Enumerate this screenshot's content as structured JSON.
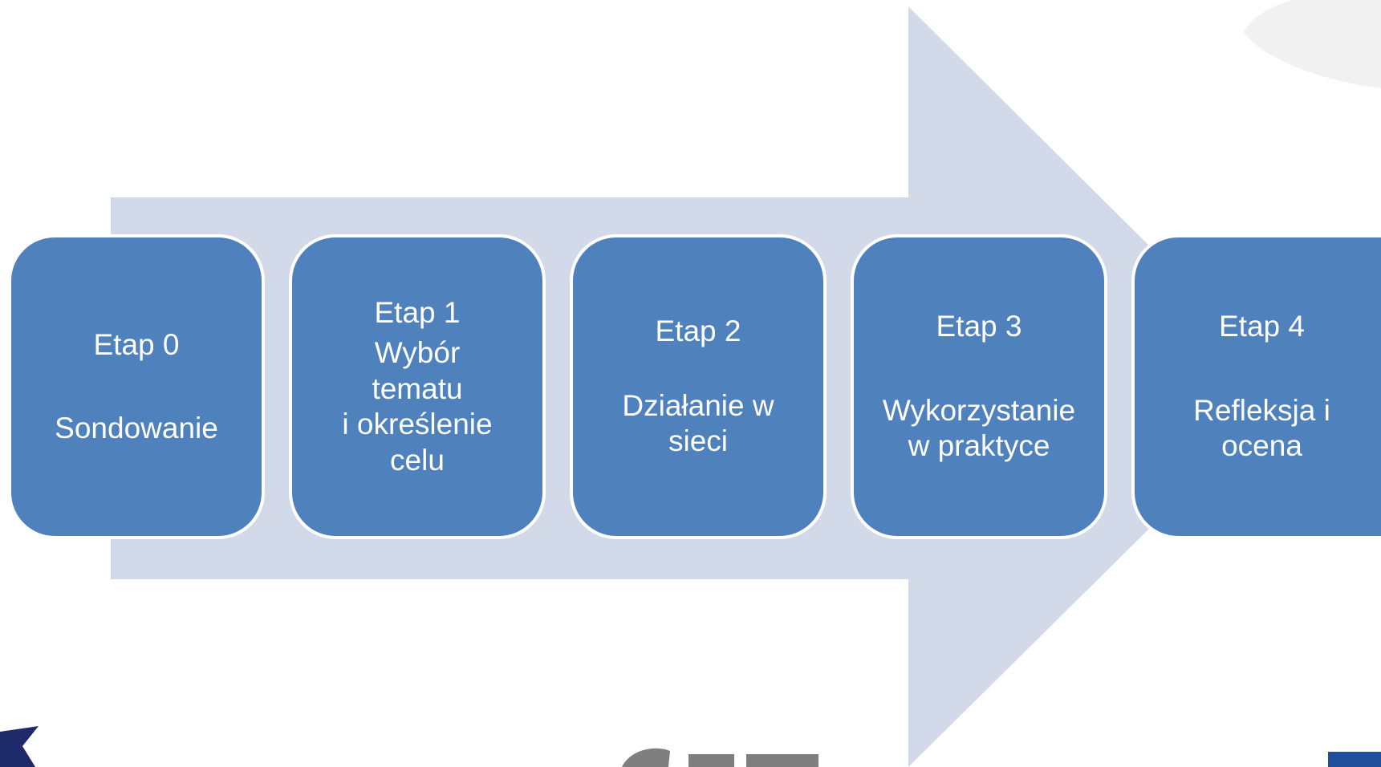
{
  "colors": {
    "arrow": "#d2d9e9",
    "box": "#4f81bd",
    "box_border": "#ffffff",
    "text": "#ffffff",
    "corner_shape": "#f1f1f1",
    "logo_gray": "#7f7f7f",
    "logo_navy": "#1f2a6b",
    "logo_blue": "#1f4e9a"
  },
  "stages": [
    {
      "title": "Etap 0",
      "description": "Sondowanie"
    },
    {
      "title": "Etap 1",
      "description": "Wybór\ntematu\ni określenie\ncelu"
    },
    {
      "title": "Etap 2",
      "description": "Działanie w\nsieci"
    },
    {
      "title": "Etap 3",
      "description": "Wykorzystanie\nw praktyce"
    },
    {
      "title": "Etap 4",
      "description": "Refleksja i\nocena"
    }
  ],
  "decorations": {
    "arrow": "process-arrow",
    "bottom_logos": [
      "left-logo-icon",
      "center-logo-icon",
      "right-flag-icon"
    ]
  }
}
